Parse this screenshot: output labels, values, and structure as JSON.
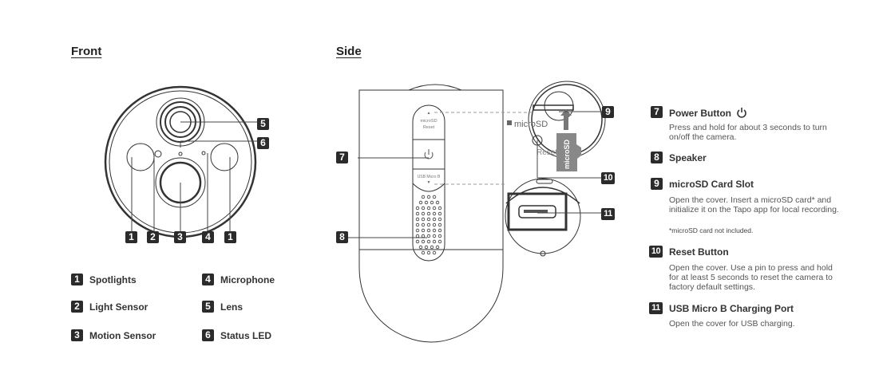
{
  "front": {
    "heading": "Front",
    "callouts": [
      "1",
      "2",
      "3",
      "4",
      "1",
      "5",
      "6"
    ],
    "legend": [
      {
        "num": "1",
        "label": "Spotlights"
      },
      {
        "num": "2",
        "label": "Light Sensor"
      },
      {
        "num": "3",
        "label": "Motion Sensor"
      },
      {
        "num": "4",
        "label": "Microphone"
      },
      {
        "num": "5",
        "label": "Lens"
      },
      {
        "num": "6",
        "label": "Status LED"
      }
    ]
  },
  "side": {
    "heading": "Side",
    "cover_top_label_1": "microSD",
    "cover_top_label_2": "Reset",
    "cover_bottom_label": "USB Micro B",
    "slot_label": "microSD",
    "reset_label": "Reset",
    "card_label": "microSD",
    "callouts": [
      "7",
      "8",
      "9",
      "10",
      "11"
    ]
  },
  "descriptions": [
    {
      "num": "7",
      "title": "Power Button",
      "icon": "power-icon",
      "text": "Press and hold for about 3 seconds to turn on/off the camera.",
      "note": ""
    },
    {
      "num": "8",
      "title": "Speaker",
      "text": "",
      "note": ""
    },
    {
      "num": "9",
      "title": "microSD Card Slot",
      "text": "Open the cover. Insert a microSD card* and initialize it on the Tapo app for local recording.",
      "note": "*microSD card not included."
    },
    {
      "num": "10",
      "title": "Reset Button",
      "text": "Open the cover. Use a pin to press and hold for at least 5 seconds to reset the camera to factory default settings.",
      "note": ""
    },
    {
      "num": "11",
      "title": "USB Micro B Charging Port",
      "text": "Open the cover for USB charging.",
      "note": ""
    }
  ],
  "colors": {
    "badge": "#2b2b2b",
    "line": "#444444",
    "card": "#888888"
  }
}
